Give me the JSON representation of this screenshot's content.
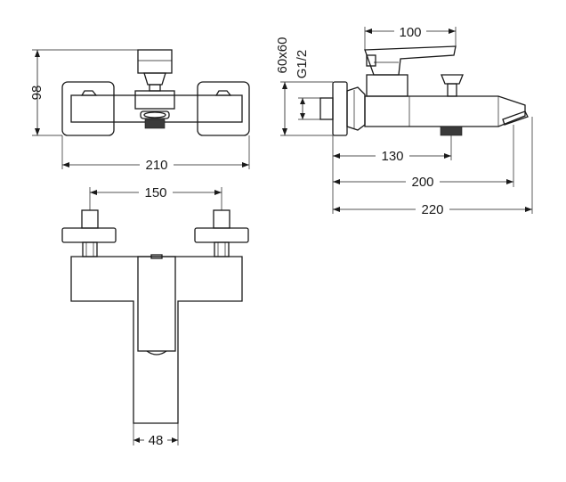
{
  "front_view": {
    "dim_height": "98",
    "dim_width": "210"
  },
  "side_view": {
    "dim_lever": "100",
    "dim_flange": "60x60",
    "dim_thread": "G1/2",
    "dim_spout_a": "130",
    "dim_spout_b": "200",
    "dim_spout_c": "220"
  },
  "top_view": {
    "dim_centers": "150",
    "dim_spout_width": "48"
  }
}
